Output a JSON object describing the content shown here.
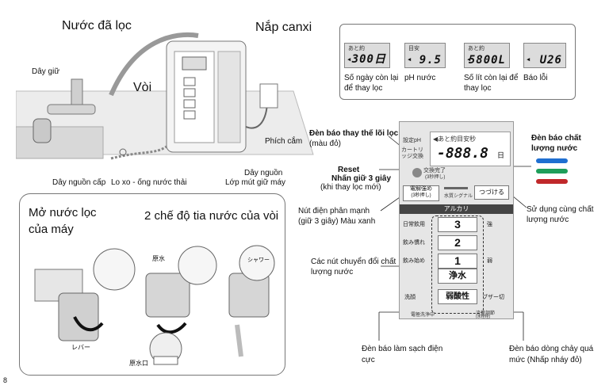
{
  "top_left": {
    "filtered_water": "Nước đã lọc",
    "calcium_lid": "Nắp canxi",
    "holder": "Dây giữ",
    "faucet": "Vòi",
    "power_plug": "Phích cắm",
    "power_cord": "Dây nguồn",
    "supply_hose": "Dây nguồn cấp",
    "drain_spring": "Lo xo - ống nước thải",
    "foot_pad": "Lớp mút giữ máy"
  },
  "bottom_left": {
    "open_title": "Mở nước lọc của máy",
    "modes_title": "2 chế độ tia nước của vòi",
    "lever_text": "レバー",
    "nozzle_text": "原水口",
    "mode_a": "原水",
    "mode_b": "シャワー"
  },
  "lcd_row": [
    {
      "caption": "あと約",
      "value": "300日",
      "desc": "Số ngày còn lại để thay lọc"
    },
    {
      "caption": "目安",
      "value": "9.5",
      "desc": "pH nước"
    },
    {
      "caption": "あと約",
      "value": "5800L",
      "desc": "Số lít còn lại để thay lọc"
    },
    {
      "caption": "",
      "value": "U26",
      "desc": "Báo lỗi"
    }
  ],
  "annotations": {
    "filter_indicator": "Đèn báo thay thế lõi lọc",
    "filter_indicator_sub": "(màu đỏ)",
    "quality_light": "Đèn báo chất lượng nước",
    "reset_1": "Reset",
    "reset_2": "Nhấn giữ 3 giây",
    "reset_3": "(khi thay lọc mới)",
    "electrolysis_btn": "Nút điện phân mạnh",
    "electrolysis_btn_sub": "(giữ 3 giây) Màu xanh",
    "continuous_use": "Sử dụng cùng chất lượng nước",
    "switch_buttons": "Các nút chuyển đổi chất lượng nước",
    "cleaning_light": "Đèn báo làm sạch điện cực",
    "overflow_light": "Đèn báo dòng chảy quá mức (Nhấp nháy đỏ)"
  },
  "panel": {
    "setting_ph": "設定pH",
    "cartridge": "カートリッジ交換",
    "remaining": "◀あと約目安秒",
    "digits": "-888.8",
    "digits_unit": "日",
    "exchange_done": "交換完了",
    "exchange_done_sub": "(3秒押し)",
    "strong_btn": "電解強め",
    "strong_btn_sub": "(3秒押し)",
    "signal": "水質シグナル",
    "continue_btn": "つづける",
    "alkali": "アルカリ",
    "rows": [
      {
        "label": "日常飲用",
        "key": "3",
        "side": "強"
      },
      {
        "label": "飲み慣れ",
        "key": "2",
        "side": ""
      },
      {
        "label": "飲み始め",
        "key": "1",
        "side": "弱"
      }
    ],
    "pure_water": "浄水",
    "wash_label": "洗顔",
    "acidic": "弱酸性",
    "buzzer": "ブザー切",
    "electrode_clean": "電極洗浄中",
    "flow_adjust": "流量調節",
    "flow_adjust_sub": "(水栓栓)"
  },
  "page_number": "8"
}
